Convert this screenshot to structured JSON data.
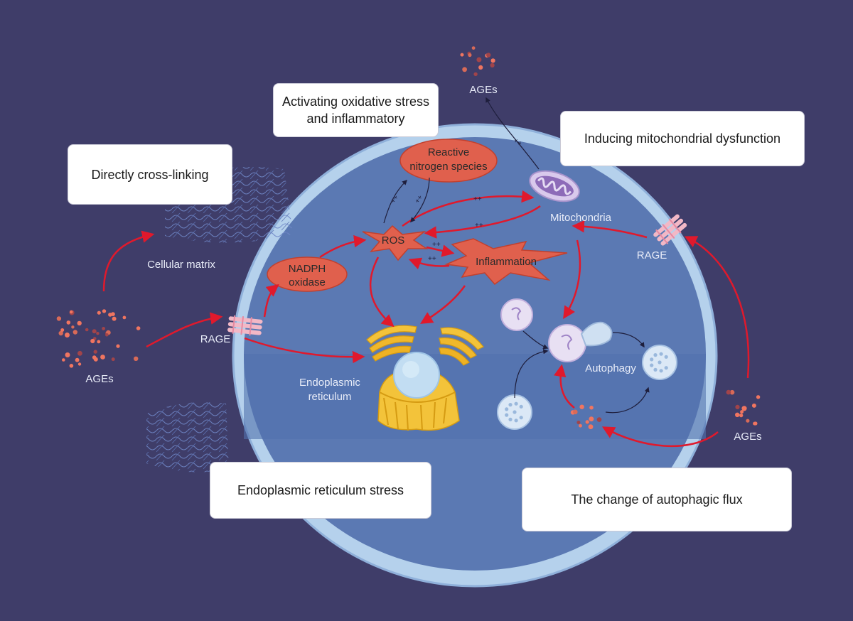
{
  "boxes": {
    "oxidative_stress": "Activating  oxidative stress and inflammatory",
    "mito_dysfunction": "Inducing mitochondrial dysfunction",
    "cross_linking": "Directly cross-linking",
    "er_stress": "Endoplasmic reticulum stress",
    "autophagic_flux": "The change of autophagic flux"
  },
  "labels": {
    "ages_left": "AGEs",
    "ages_top": "AGEs",
    "ages_right": "AGEs",
    "rage_left": "RAGE",
    "rage_right": "RAGE",
    "cellular_matrix": "Cellular matrix",
    "mitochondria": "Mitochondria",
    "autophagy": "Autophagy",
    "er_line1": "Endoplasmic",
    "er_line2": "reticulum",
    "nadph_line1": "NADPH",
    "nadph_line2": "oxidase",
    "rns_line1": "Reactive",
    "rns_line2": "nitrogen species",
    "ros": "ROS",
    "inflammation": "Inflammation",
    "plus": "++"
  },
  "colors": {
    "background": "#3f3d69",
    "cell_outer": "#b5d1ec",
    "cell_inner": "#5b79b3",
    "arrow": "#e0192c",
    "node_fill": "#e0604d",
    "ages_dot": "#f07560"
  }
}
